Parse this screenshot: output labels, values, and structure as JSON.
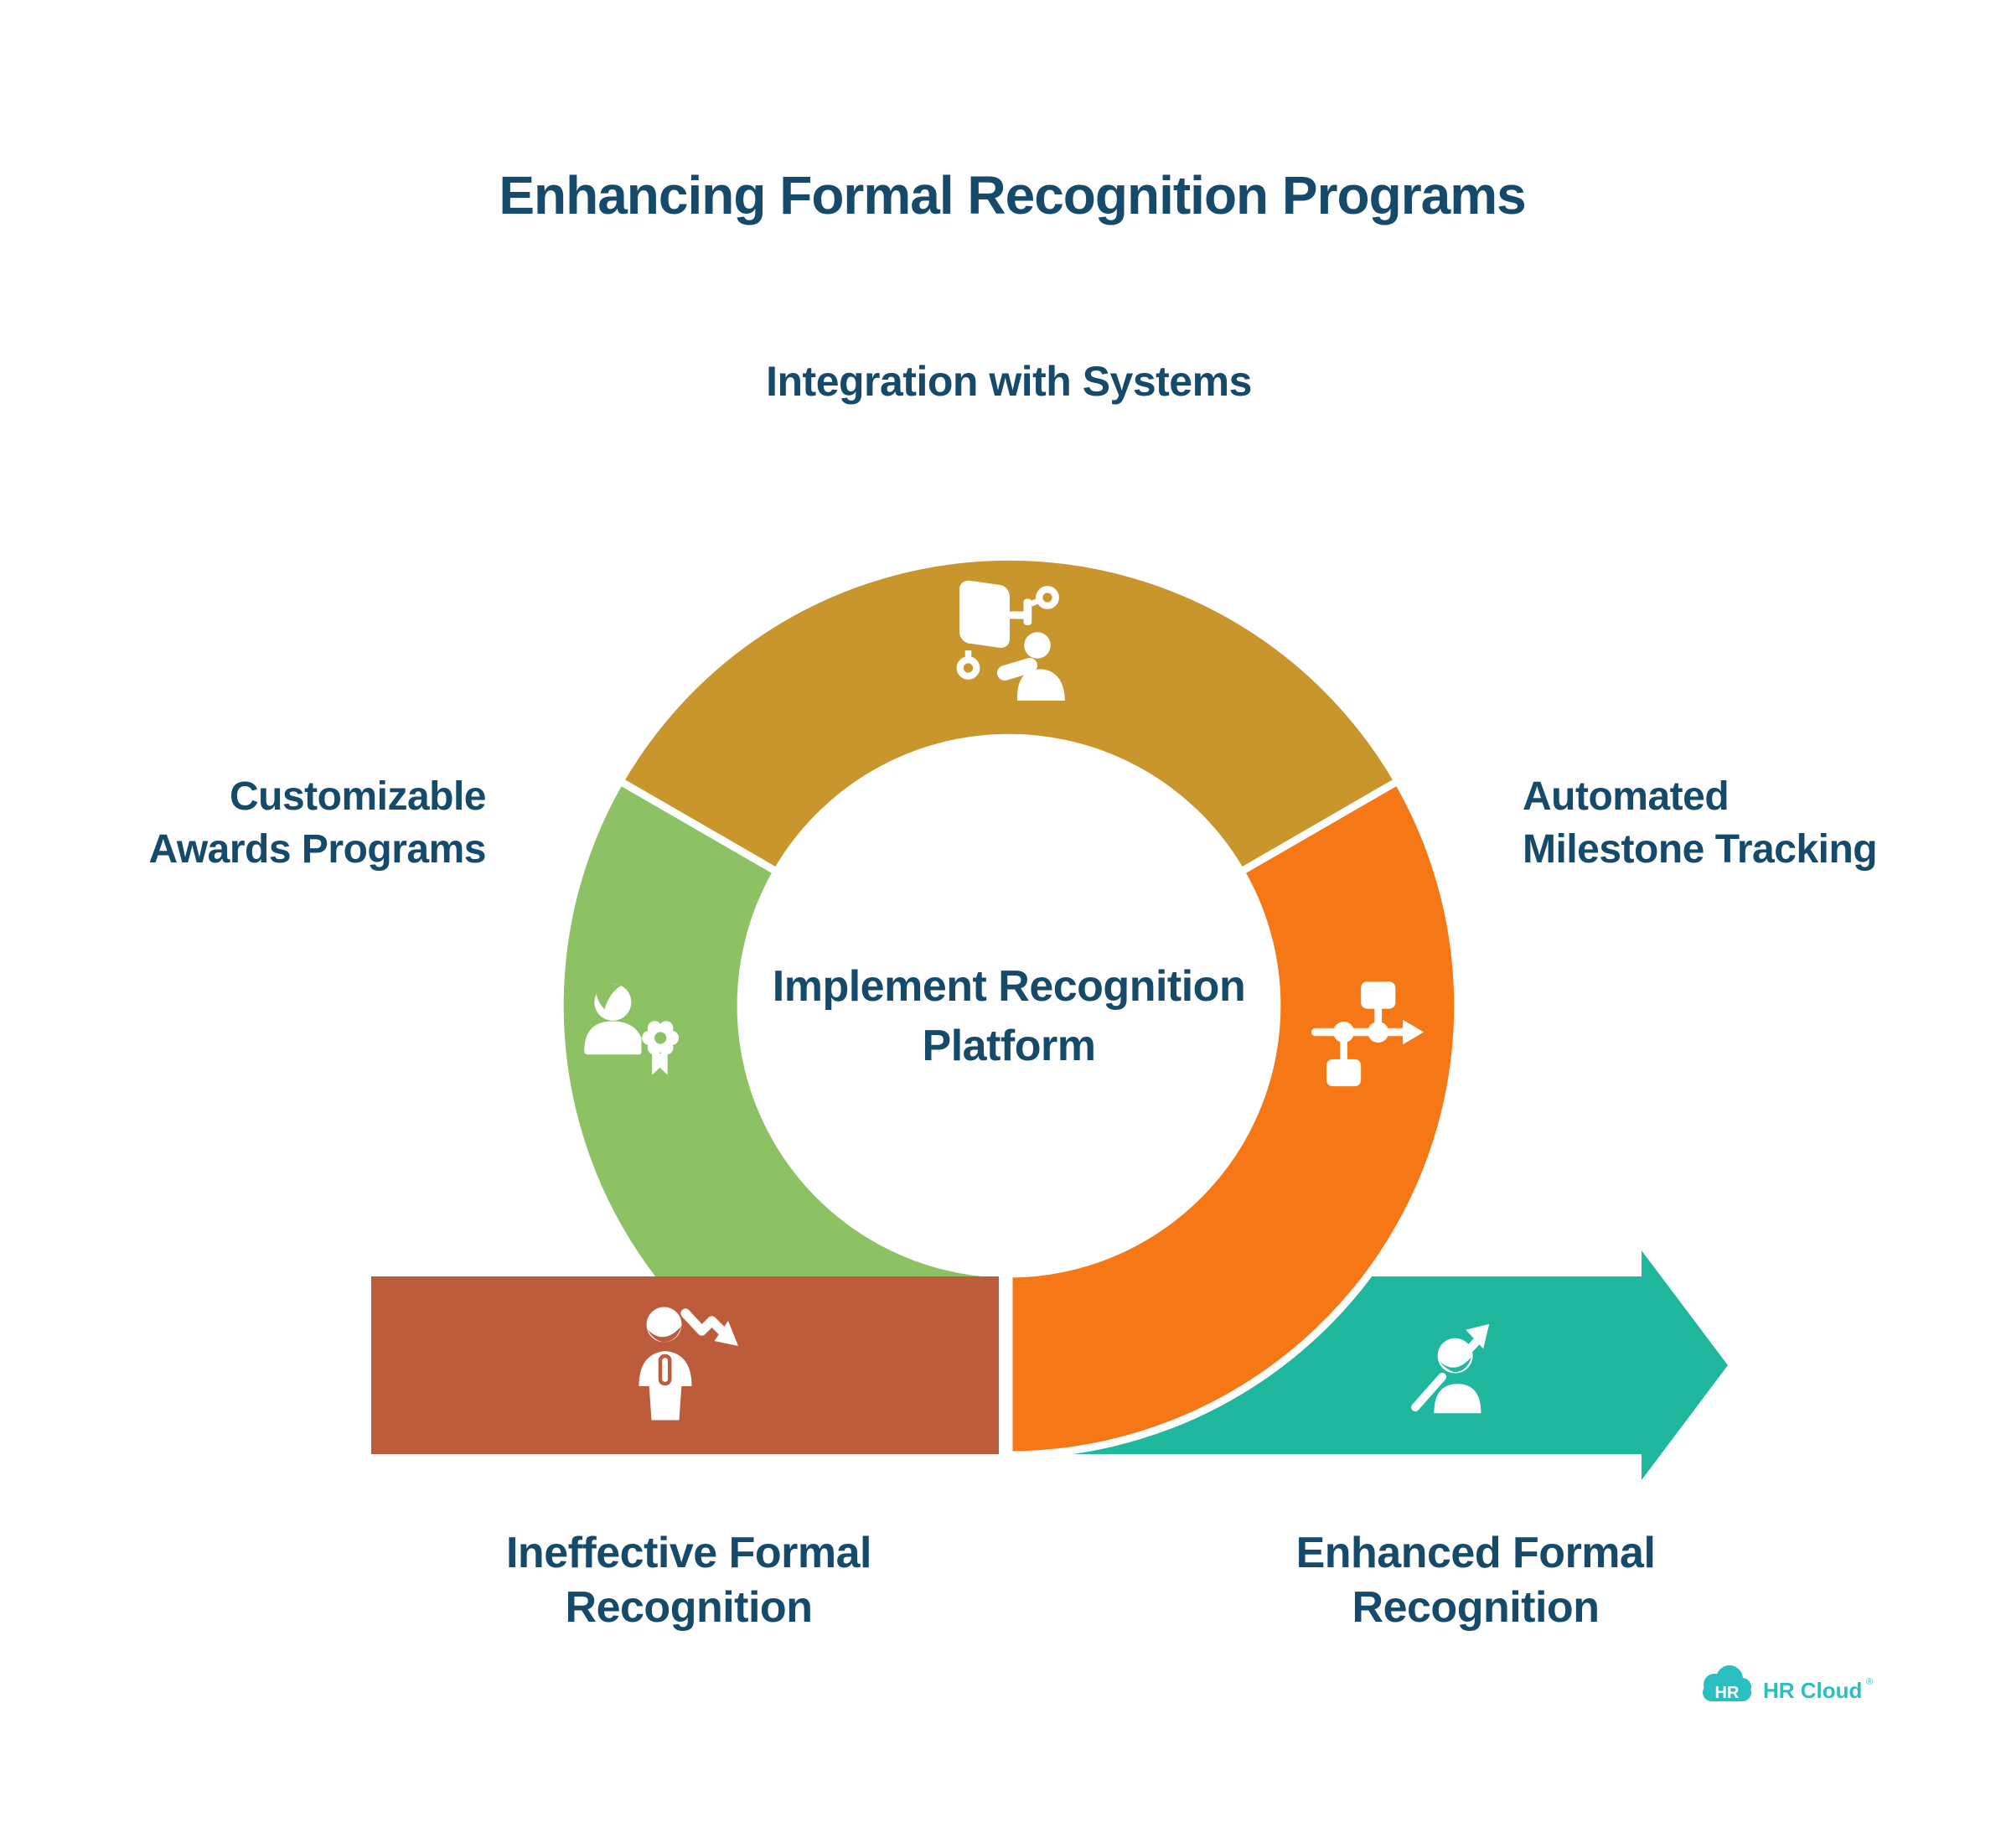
{
  "title": "Enhancing Formal Recognition Programs",
  "diagram": {
    "type": "cycle-process",
    "center_label": {
      "line1": "Implement Recognition",
      "line2": "Platform"
    },
    "steps": [
      {
        "label": "Integration with Systems",
        "icon": "system-integration-icon",
        "segment_color_key": "gold",
        "position": "top"
      },
      {
        "label": "Automated Milestone Tracking",
        "label_line1": "Automated",
        "label_line2": "Milestone Tracking",
        "icon": "milestone-tracking-icon",
        "segment_color_key": "orange",
        "position": "right"
      },
      {
        "label": "Customizable Awards Programs",
        "label_line1": "Customizable",
        "label_line2": "Awards Programs",
        "icon": "award-person-icon",
        "segment_color_key": "green",
        "position": "left"
      }
    ],
    "flow_start": {
      "label_line1": "Ineffective Formal",
      "label_line2": "Recognition",
      "icon": "person-decline-icon",
      "color_key": "red"
    },
    "flow_end": {
      "label_line1": "Enhanced Formal",
      "label_line2": "Recognition",
      "icon": "person-growth-icon",
      "color_key": "teal"
    }
  },
  "colors": {
    "navy": "#164A6B",
    "gold": "#C8962D",
    "green": "#8CC264",
    "orange": "#F57716",
    "red": "#BC5C3B",
    "teal": "#1FB79D",
    "logoteal": "#2ABFC1",
    "white": "#FFFFFF"
  },
  "logo": {
    "badge": "HR",
    "name": "HR Cloud",
    "mark": "®"
  }
}
